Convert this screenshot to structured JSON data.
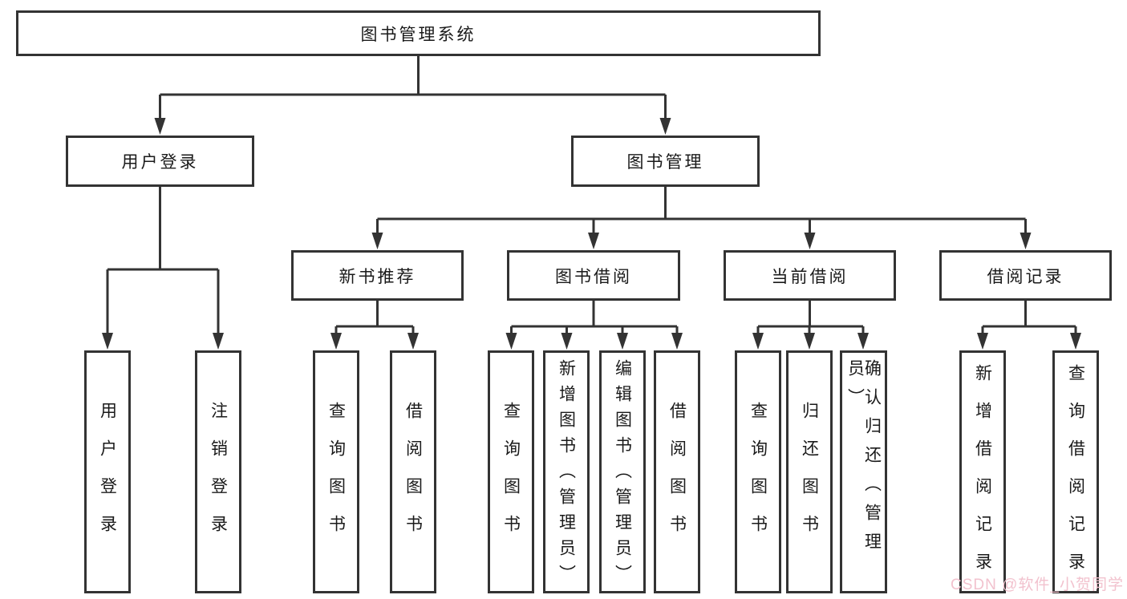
{
  "tree": {
    "root": {
      "label": "图书管理系统",
      "children": [
        {
          "label": "用户登录",
          "children": [
            {
              "label": "用户登录"
            },
            {
              "label": "注销登录"
            }
          ]
        },
        {
          "label": "图书管理",
          "children": [
            {
              "label": "新书推荐",
              "children": [
                {
                  "label": "查询图书"
                },
                {
                  "label": "借阅图书"
                }
              ]
            },
            {
              "label": "图书借阅",
              "children": [
                {
                  "label": "查询图书"
                },
                {
                  "label": "新增图书（管理员）"
                },
                {
                  "label": "编辑图书（管理员）"
                },
                {
                  "label": "借阅图书"
                }
              ]
            },
            {
              "label": "当前借阅",
              "children": [
                {
                  "label": "查询图书"
                },
                {
                  "label": "归还图书"
                },
                {
                  "label": "确认归还（管理员）"
                }
              ]
            },
            {
              "label": "借阅记录",
              "children": [
                {
                  "label": "新增借阅记录"
                },
                {
                  "label": "查询借阅记录"
                }
              ]
            }
          ]
        }
      ]
    }
  },
  "watermark": {
    "text": "CSDN @软件_小贺同学",
    "color": "#f2c2ce"
  },
  "colors": {
    "line": "#333333",
    "box_background": "#ffffff",
    "text": "#1a1a1a"
  }
}
